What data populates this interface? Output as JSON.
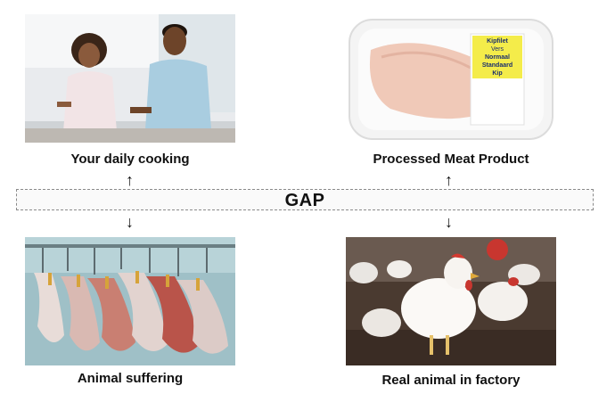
{
  "panels": {
    "top_left": {
      "caption": "Your daily cooking"
    },
    "top_right": {
      "caption": "Processed Meat Product",
      "label_lines": [
        "Kipfilet",
        "Vers",
        "Normaal Standaard",
        "Kip"
      ]
    },
    "bottom_left": {
      "caption": "Animal suffering"
    },
    "bottom_right": {
      "caption": "Real animal in factory"
    }
  },
  "gap": {
    "label": "GAP"
  },
  "arrows": {
    "up": "↑",
    "down": "↓"
  },
  "colors": {
    "text": "#111111",
    "band_border": "#8a8a8a"
  }
}
